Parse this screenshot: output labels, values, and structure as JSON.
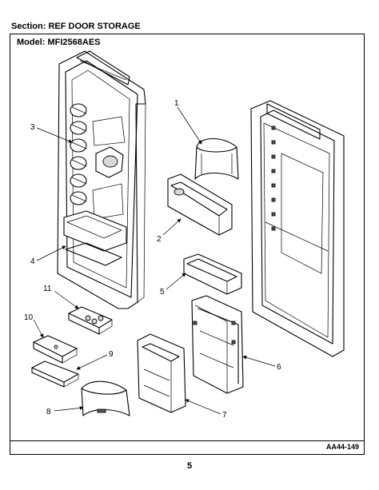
{
  "header": {
    "section": "Section:  REF DOOR STORAGE"
  },
  "frame": {
    "model": "Model:  MFI2568AES",
    "doc_code": "AA44-149"
  },
  "footer": {
    "page_number": "5"
  },
  "callouts": [
    "1",
    "2",
    "3",
    "4",
    "5",
    "6",
    "7",
    "8",
    "9",
    "10",
    "11"
  ]
}
